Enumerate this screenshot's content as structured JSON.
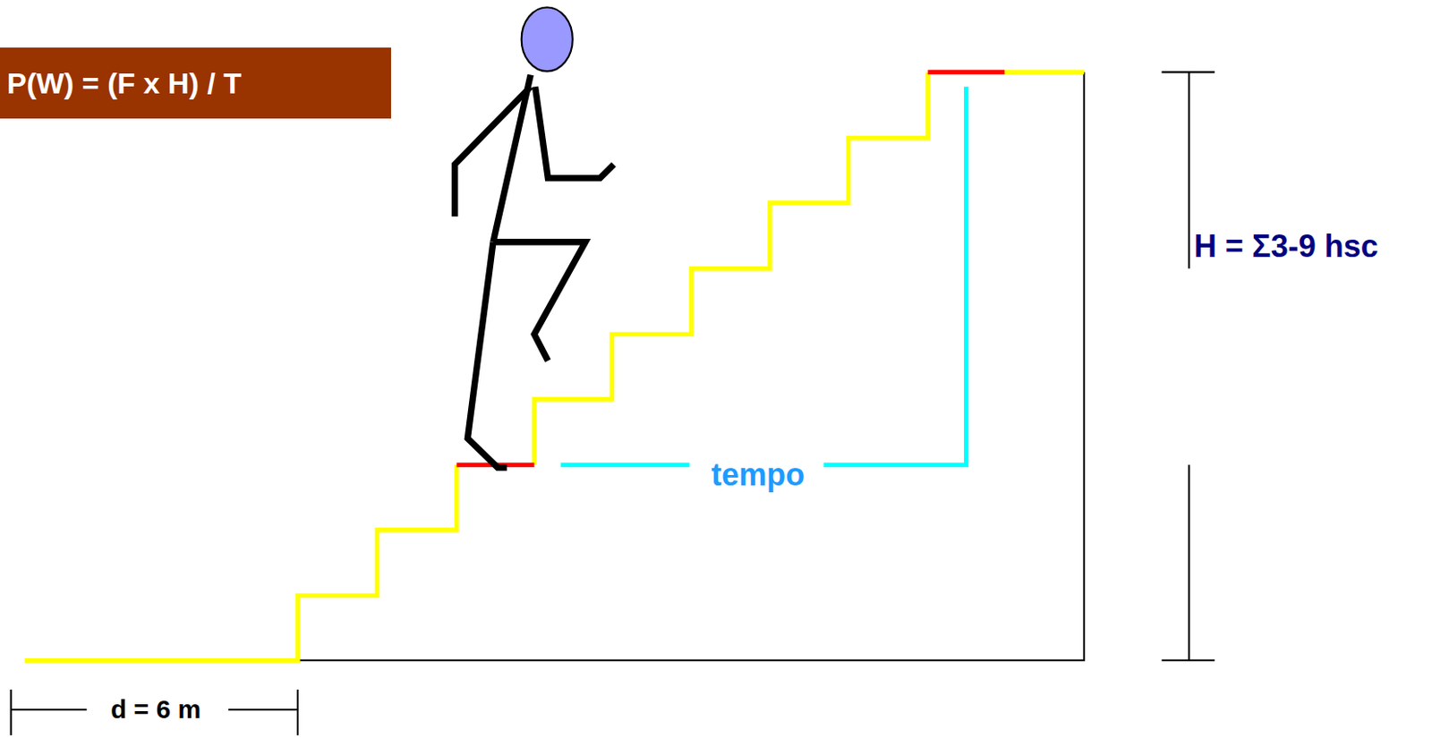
{
  "diagram": {
    "nodes": [
      {
        "text": [
          "P(W) = (F x H) / T"
        ]
      }
    ],
    "labels": [
      "tempo",
      "H = Σ3-9 hsc",
      "d = 6 m"
    ]
  }
}
